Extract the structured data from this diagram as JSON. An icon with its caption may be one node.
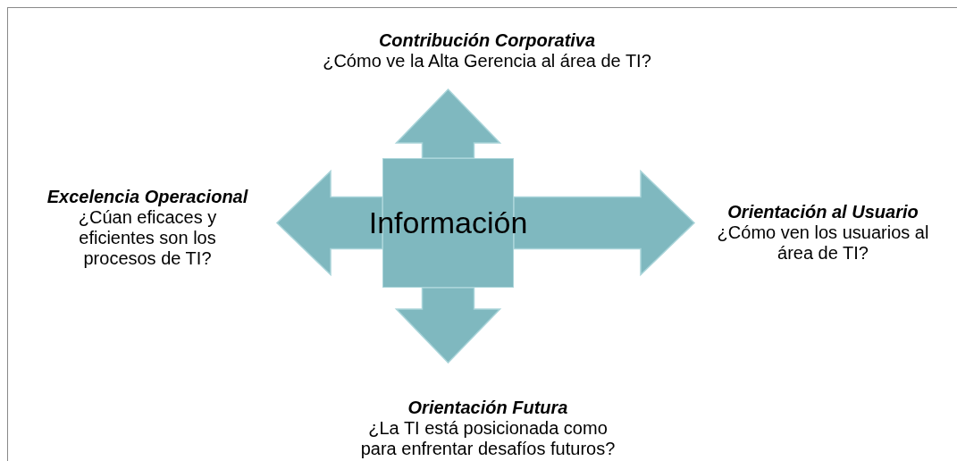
{
  "diagram": {
    "nodes": [
      {
        "text": [
          "Contribución Corporativa",
          "¿Cómo ve la Alta Gerencia al área de TI?"
        ]
      },
      {
        "text": [
          "Excelencia Operacional",
          "¿Cúan eficaces y eficientes son los procesos de TI?"
        ]
      },
      {
        "text": [
          "Información"
        ]
      },
      {
        "text": [
          "Orientación al Usuario",
          "¿Cómo ven los usuarios al área de TI?"
        ]
      },
      {
        "text": [
          "Orientación Futura",
          "¿La TI está posicionada como para enfrentar desafíos futuros?"
        ]
      }
    ],
    "edges": [
      {
        "from": 2,
        "to": 0,
        "arrow": "to"
      },
      {
        "from": 2,
        "to": 1,
        "arrow": "to"
      },
      {
        "from": 2,
        "to": 3,
        "arrow": "to"
      },
      {
        "from": 2,
        "to": 4,
        "arrow": "to"
      }
    ]
  }
}
